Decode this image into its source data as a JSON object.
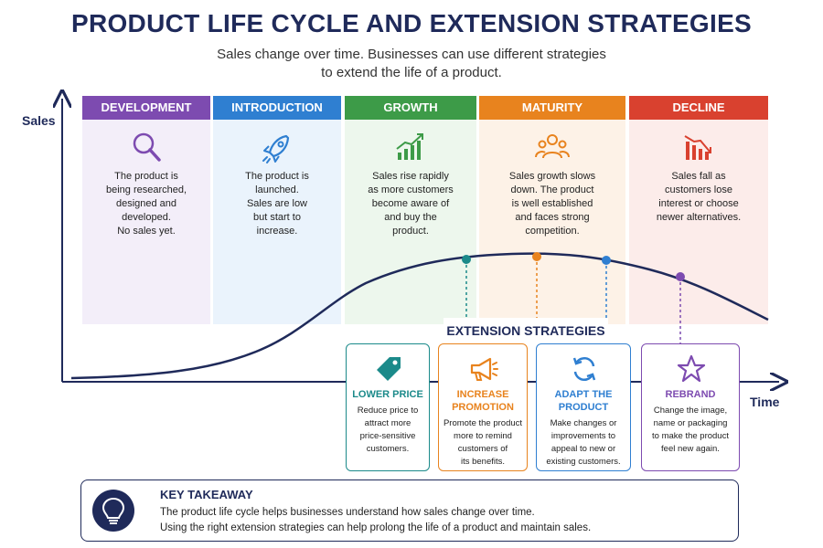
{
  "title": "PRODUCT LIFE CYCLE AND EXTENSION STRATEGIES",
  "subtitle_line1": "Sales change over time. Businesses can use different strategies",
  "subtitle_line2": "to extend the life of a product.",
  "axes": {
    "y_label": "Sales",
    "x_label": "Time"
  },
  "stages": [
    {
      "name": "DEVELOPMENT",
      "icon": "magnifier-icon",
      "color": "#7d4bb0",
      "bg": "#f3eef9",
      "desc": [
        "The product is",
        "being researched,",
        "designed and",
        "developed.",
        "No sales yet."
      ]
    },
    {
      "name": "INTRODUCTION",
      "icon": "rocket-icon",
      "color": "#2f7fd1",
      "bg": "#eaf3fc",
      "desc": [
        "The product is",
        "launched.",
        "Sales are low",
        "but start to",
        "increase."
      ]
    },
    {
      "name": "GROWTH",
      "icon": "growth-chart-icon",
      "color": "#3d9b48",
      "bg": "#edf7ed",
      "desc": [
        "Sales rise rapidly",
        "as more customers",
        "become aware of",
        "and buy the",
        "product."
      ]
    },
    {
      "name": "MATURITY",
      "icon": "people-icon",
      "color": "#e8831e",
      "bg": "#fdf2e7",
      "desc": [
        "Sales growth slows",
        "down. The product",
        "is well established",
        "and faces strong",
        "competition."
      ]
    },
    {
      "name": "DECLINE",
      "icon": "decline-chart-icon",
      "color": "#d9412f",
      "bg": "#fcecea",
      "desc": [
        "Sales fall as",
        "customers lose",
        "interest or choose",
        "newer alternatives."
      ]
    }
  ],
  "extension_title": "EXTENSION STRATEGIES",
  "strategies": [
    {
      "name": [
        "LOWER PRICE"
      ],
      "icon": "price-tag-icon",
      "color": "#1b8a8a",
      "desc": [
        "Reduce price to",
        "attract more",
        "price-sensitive",
        "customers."
      ]
    },
    {
      "name": [
        "INCREASE",
        "PROMOTION"
      ],
      "icon": "megaphone-icon",
      "color": "#e8831e",
      "desc": [
        "Promote the product",
        "more to remind",
        "customers of",
        "its benefits."
      ]
    },
    {
      "name": [
        "ADAPT THE",
        "PRODUCT"
      ],
      "icon": "refresh-icon",
      "color": "#2f7fd1",
      "desc": [
        "Make changes or",
        "improvements to",
        "appeal to new or",
        "existing customers."
      ]
    },
    {
      "name": [
        "REBRAND"
      ],
      "icon": "star-icon",
      "color": "#7d4bb0",
      "desc": [
        "Change the image,",
        "name or packaging",
        "to make the product",
        "feel new again."
      ]
    }
  ],
  "key": {
    "title": "KEY TAKEAWAY",
    "line1": "The product life cycle helps businesses understand how sales change over time.",
    "line2": "Using the right extension strategies can help prolong the life of a product and maintain sales.",
    "icon": "lightbulb-icon"
  },
  "colors": {
    "navy": "#1f2a5a"
  }
}
